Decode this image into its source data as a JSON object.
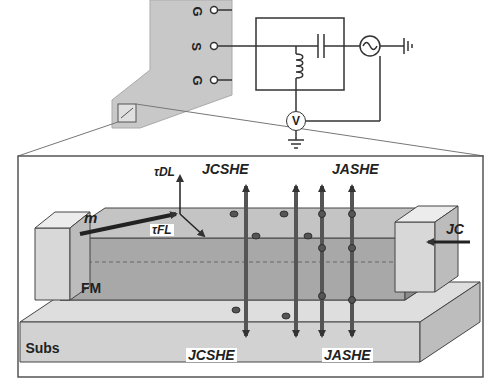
{
  "diagram": {
    "nodes": [
      {
        "text": [
          "Subs"
        ]
      },
      {
        "text": [
          "FM"
        ]
      },
      {
        "text": [
          "V"
        ]
      }
    ],
    "labels": [
      "G",
      "S",
      "G",
      "m",
      "τDL",
      "τFL",
      "JCSHE",
      "JASHE",
      "JC",
      "JCSHE",
      "JASHE"
    ]
  }
}
